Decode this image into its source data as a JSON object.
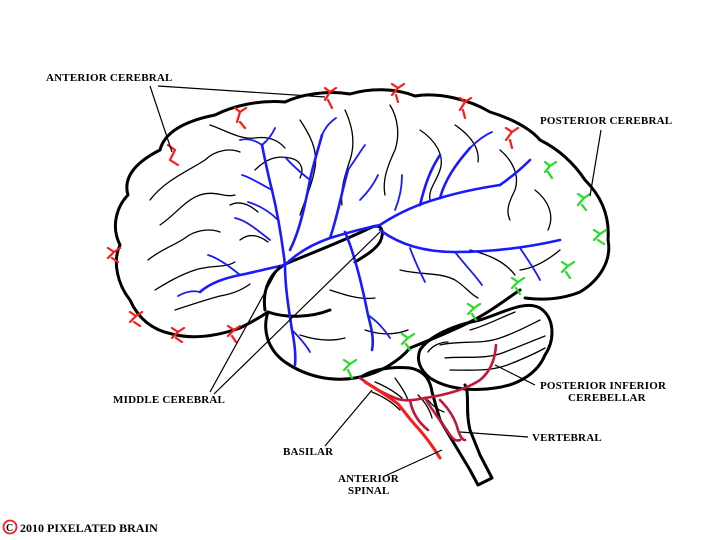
{
  "labels": {
    "anterior_cerebral": "ANTERIOR CEREBRAL",
    "posterior_cerebral": "POSTERIOR CEREBRAL",
    "middle_cerebral": "MIDDLE CEREBRAL",
    "posterior_inferior_cerebellar_line1": "POSTERIOR INFERIOR",
    "posterior_inferior_cerebellar_line2": "CEREBELLAR",
    "vertebral": "VERTEBRAL",
    "basilar": "BASILAR",
    "anterior_spinal_line1": "ANTERIOR",
    "anterior_spinal_line2": "SPINAL"
  },
  "copyright": {
    "symbol": "C",
    "text": "2010  PIXELATED BRAIN"
  },
  "colors": {
    "anterior_cerebral": "#ff1a1a",
    "middle_cerebral": "#1a1aff",
    "posterior_cerebral": "#22dd22",
    "basilar_vertebral": "#c0183a",
    "outline": "#000000"
  }
}
